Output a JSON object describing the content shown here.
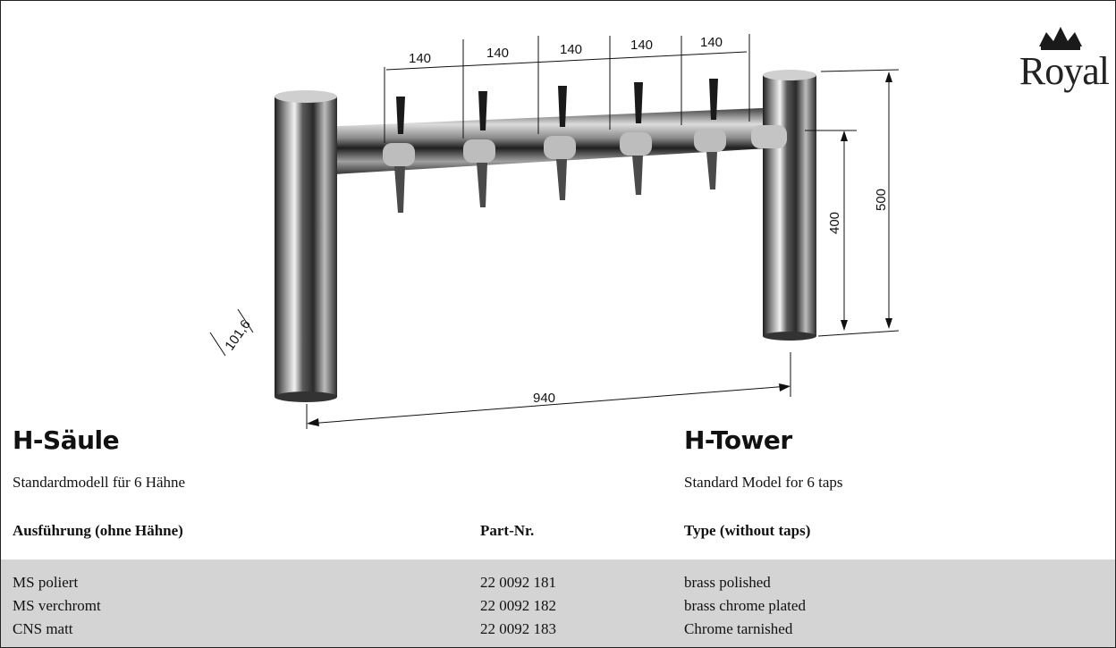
{
  "logo": {
    "text": "Royal"
  },
  "drawing": {
    "dim_spacing": [
      "140",
      "140",
      "140",
      "140",
      "140"
    ],
    "dim_height_outer": "500",
    "dim_height_inner": "400",
    "dim_width": "940",
    "dim_diameter": "101,6"
  },
  "left": {
    "title": "H-Säule",
    "subtitle": "Standardmodell für 6 Hähne",
    "column_header": "Ausführung (ohne Hähne)"
  },
  "middle": {
    "column_header": "Part-Nr."
  },
  "right": {
    "title": "H-Tower",
    "subtitle": "Standard Model for 6 taps",
    "column_header": "Type (without taps)"
  },
  "rows": [
    {
      "de": "MS poliert",
      "part": "22 0092 181",
      "en": "brass polished"
    },
    {
      "de": "MS verchromt",
      "part": "22 0092 182",
      "en": "brass chrome plated"
    },
    {
      "de": "CNS matt",
      "part": "22 0092 183",
      "en": "Chrome tarnished"
    }
  ]
}
